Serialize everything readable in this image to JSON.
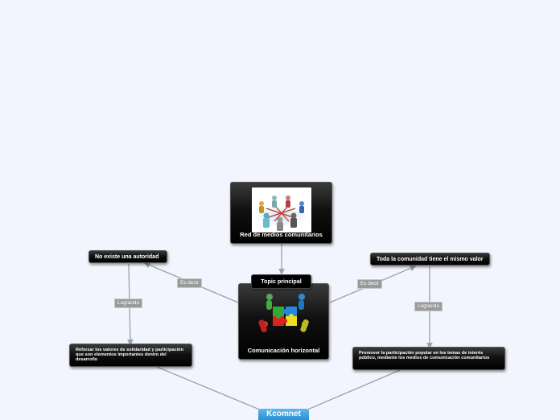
{
  "nodes": {
    "red": "Red de medios comunitarios",
    "topic_tag": "Topic principal",
    "central": "Comunicación horizontal",
    "no_existe": "No existe una  autoridad",
    "toda": "Toda la comunidad tiene el mismo valor",
    "reforzar": "Reforzar los  valores de solidaridad y participación que son elementos importantes dentro del desarrollo",
    "promover": "Promover la participación popular en los temas de interés público, mediante los medios de comunicación comunitarios",
    "root": "Kcomnet"
  },
  "relations": {
    "es_decir_left": "Es decir",
    "es_decir_right": "Es decir",
    "logrando_left": "Logrando",
    "logrando_right": "Logrando"
  },
  "colors": {
    "background": "#f2f5fd",
    "node": "#111111",
    "relation": "#9a9a9a",
    "line": "#9aa0ab",
    "root": "#3aa0e0"
  },
  "icons": {
    "red": "people-network-image",
    "central": "puzzle-people-image"
  }
}
